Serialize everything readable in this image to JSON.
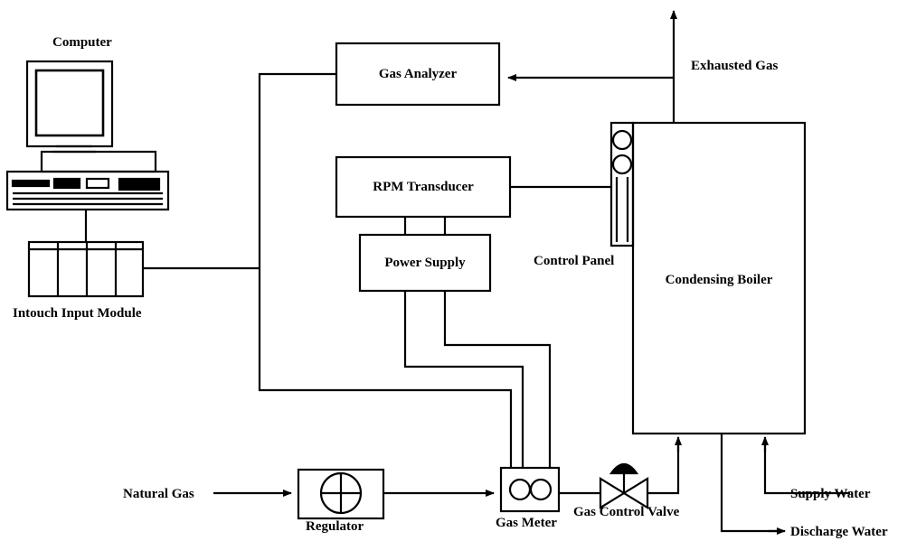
{
  "labels": {
    "computer": "Computer",
    "intouch_input_module": "Intouch Input Module",
    "gas_analyzer": "Gas Analyzer",
    "rpm_transducer": "RPM Transducer",
    "power_supply": "Power Supply",
    "control_panel": "Control Panel",
    "condensing_boiler": "Condensing Boiler",
    "exhausted_gas": "Exhausted Gas",
    "natural_gas": "Natural Gas",
    "regulator": "Regulator",
    "gas_meter": "Gas Meter",
    "gas_control_valve": "Gas Control Valve",
    "supply_water": "Supply Water",
    "discharge_water": "Discharge Water"
  },
  "colors": {
    "line": "#000000",
    "background": "#ffffff"
  },
  "icons": [
    "computer-icon",
    "input-module-icon",
    "regulator-icon",
    "gas-meter-icon",
    "valve-icon",
    "control-panel-dials-icon"
  ]
}
